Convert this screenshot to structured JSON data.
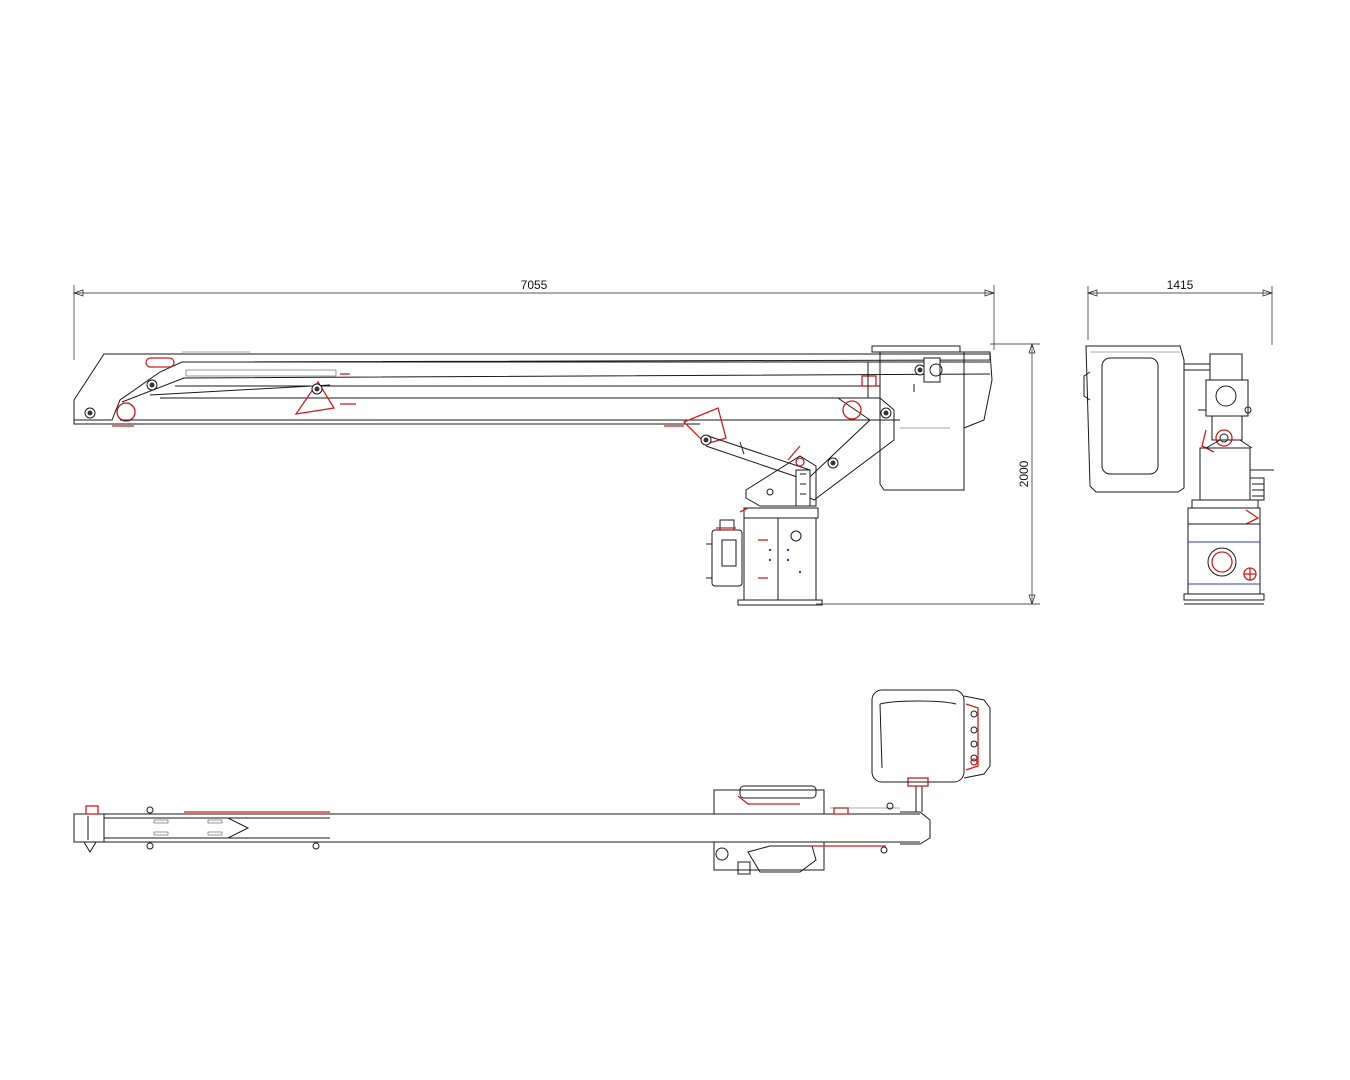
{
  "dimensions": {
    "overall_length": "7055",
    "end_width": "1415",
    "overall_height": "2000"
  },
  "colors": {
    "line": "#1a1a1a",
    "accent_red": "#cc1f1f",
    "accent_blue": "#2a3fb0"
  }
}
